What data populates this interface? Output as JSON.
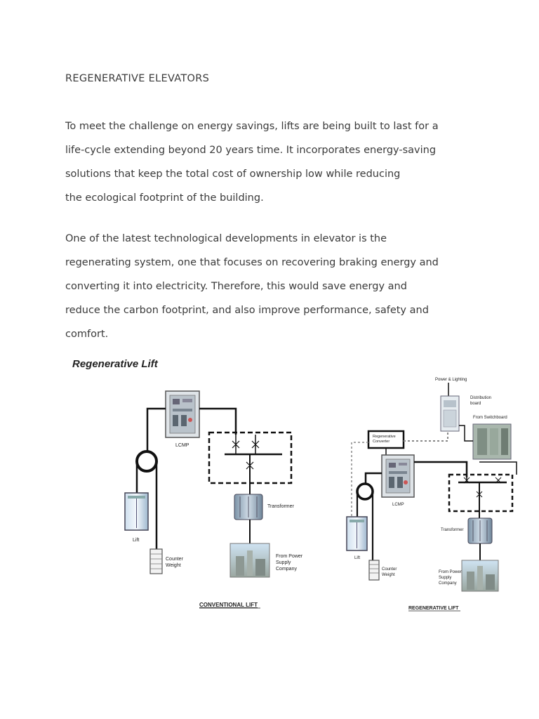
{
  "heading": "REGENERATIVE ELEVATORS",
  "paragraph1": [
    "To meet the challenge on energy savings, lifts are being built to last for a",
    "life-cycle extending beyond 20 years time. It incorporates energy-saving",
    "solutions that keep the total cost of ownership low while reducing",
    "the ecological footprint of the building."
  ],
  "paragraph2": [
    "One of the latest technological developments in elevator is the",
    "regenerating system, one that focuses on recovering braking energy and",
    "converting it into electricity. Therefore, this would save energy and",
    "reduce the carbon footprint, and also improve performance, safety and",
    "comfort."
  ],
  "figure": {
    "title": "Regenerative Lift",
    "conventional": {
      "caption": "CONVENTIONAL LIFT",
      "lcmp": "LCMP",
      "lift": "Lift",
      "counter_weight": [
        "Counter",
        "Weight"
      ],
      "transformer": "Transformer",
      "power_supply": [
        "From Power",
        "Supply",
        "Company"
      ]
    },
    "regenerative": {
      "caption": "REGENERATIVE LIFT",
      "power_lighting": "Power & Lighting",
      "distribution_board": [
        "Distribution",
        "board"
      ],
      "from_switchboard": "From Switchboard",
      "converter": [
        "Regenerative",
        "Converter"
      ],
      "lcmp": "LCMP",
      "lift": "Lift",
      "counter_weight": [
        "Counter",
        "Weight"
      ],
      "transformer": "Transformer",
      "power_supply": [
        "From Power",
        "Supply",
        "Company"
      ]
    }
  }
}
